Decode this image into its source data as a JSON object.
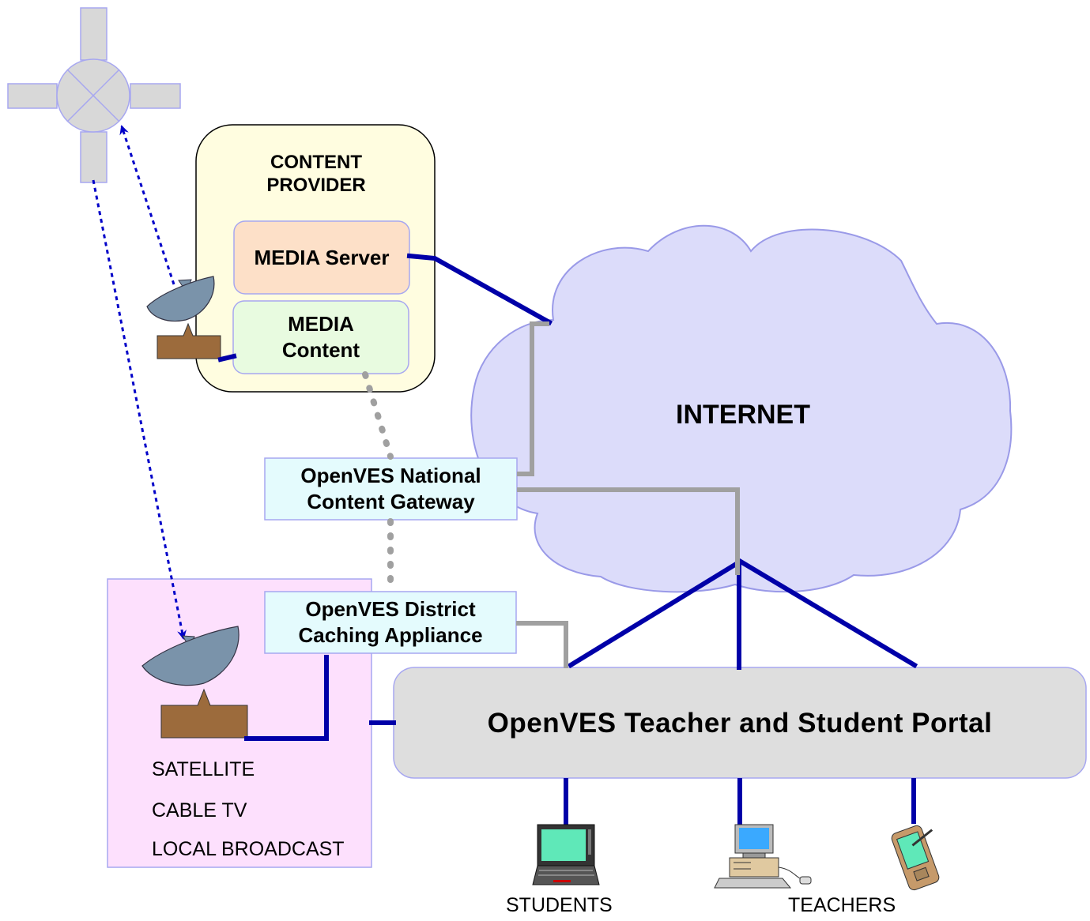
{
  "content_provider": {
    "title_line1": "CONTENT",
    "title_line2": "PROVIDER",
    "media_server": "MEDIA Server",
    "media_content_line1": "MEDIA",
    "media_content_line2": "Content"
  },
  "internet": {
    "label": "INTERNET"
  },
  "national_gateway": {
    "line1": "OpenVES National",
    "line2": "Content Gateway"
  },
  "district_appliance": {
    "line1": "OpenVES District",
    "line2": "Caching Appliance"
  },
  "portal": {
    "label": "OpenVES Teacher and Student Portal"
  },
  "broadcast_panel": {
    "items": [
      "SATELLITE",
      "CABLE TV",
      "LOCAL BROADCAST"
    ]
  },
  "endpoints": {
    "students": "STUDENTS",
    "teachers": "TEACHERS"
  },
  "colors": {
    "network_link": "#0000a8",
    "gateway_link": "#a0a0a0",
    "satellite_link": "#0000c8",
    "internet_fill": "#dcdcfa",
    "provider_fill": "#fffde0",
    "server_fill": "#fde0c8",
    "content_fill": "#e8fbe0",
    "gateway_fill": "#e4fbfd",
    "broadcast_fill": "#fde0fd",
    "portal_fill": "#dedede",
    "dish_fill": "#7a93aa",
    "receiver_fill": "#9c6b3c"
  },
  "icons": [
    "satellite-icon",
    "satellite-dish-icon",
    "receiver-box-icon",
    "laptop-icon",
    "desktop-computer-icon",
    "pda-icon"
  ]
}
